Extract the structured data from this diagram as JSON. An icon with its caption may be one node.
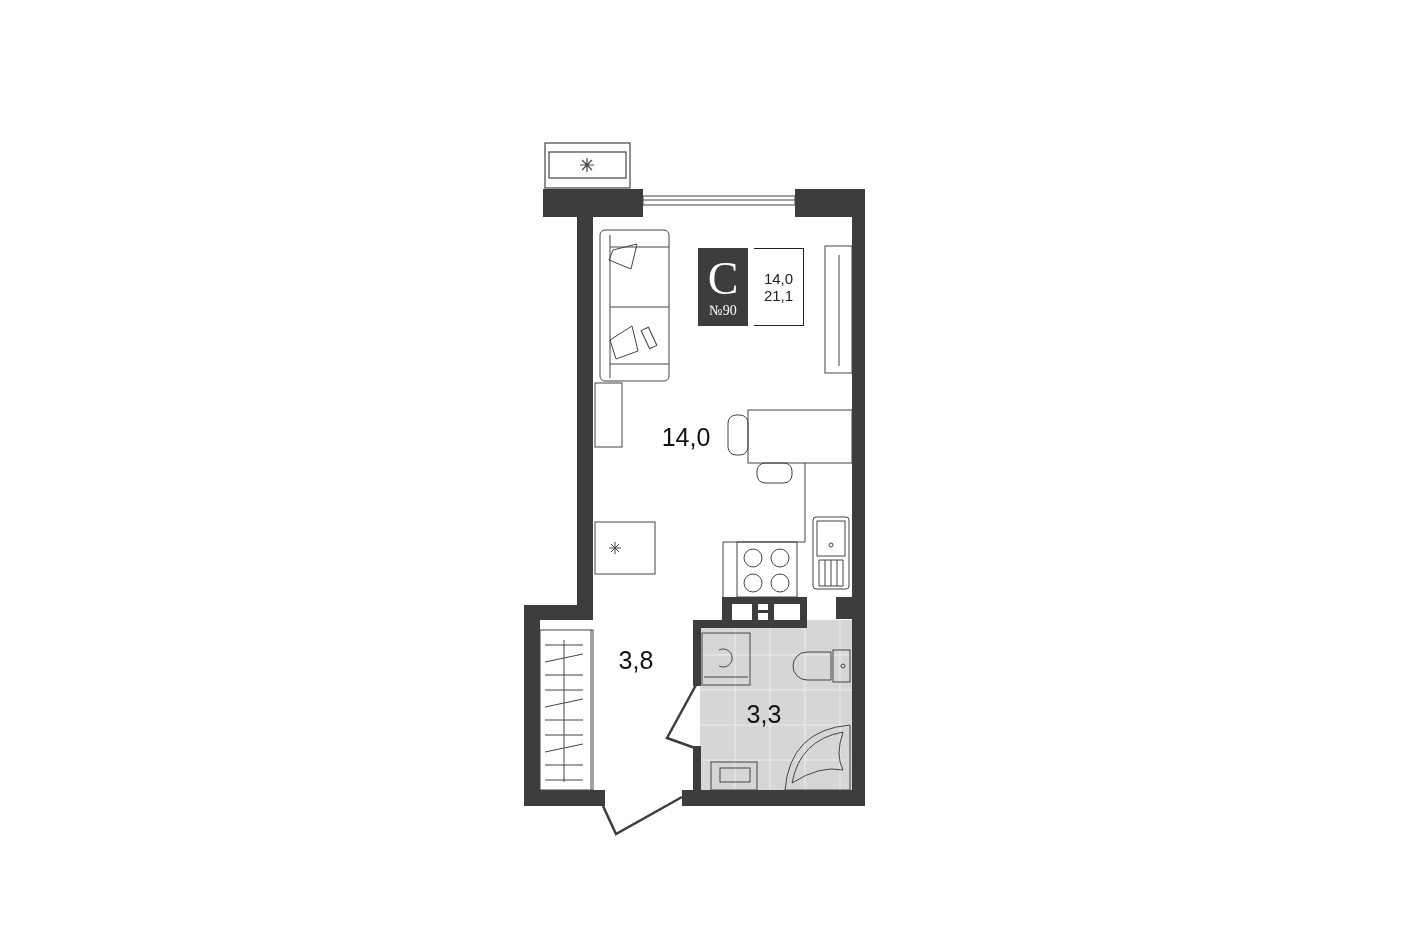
{
  "diagram": {
    "nodes": [
      {
        "text": [
          "С",
          "№90"
        ]
      },
      {
        "text": [
          "14,0",
          "21,1"
        ]
      }
    ],
    "edges": [],
    "labels": [
      "14,0",
      "3,8",
      "3,3"
    ]
  }
}
